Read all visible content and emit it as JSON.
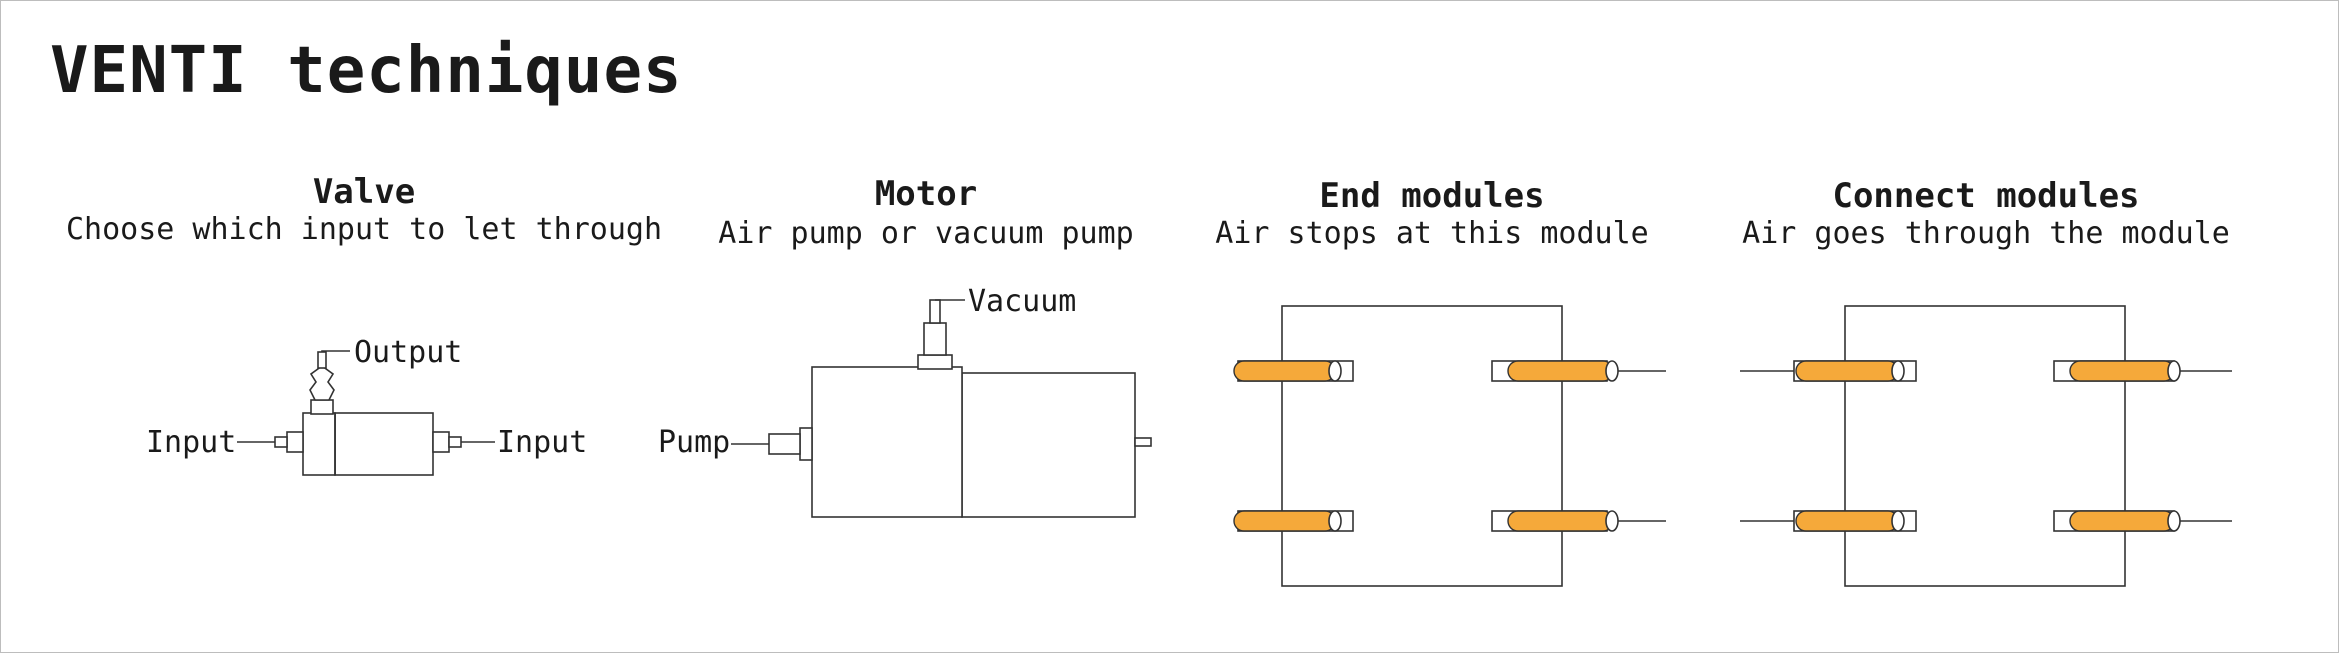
{
  "page": {
    "title": "VENTI techniques"
  },
  "sections": {
    "valve": {
      "title": "Valve",
      "subtitle": "Choose which input to let through",
      "labels": {
        "output": "Output",
        "input_left": "Input",
        "input_right": "Input"
      }
    },
    "motor": {
      "title": "Motor",
      "subtitle": "Air pump or vacuum pump",
      "labels": {
        "vacuum": "Vacuum",
        "pump": "Pump"
      }
    },
    "end_modules": {
      "title": "End modules",
      "subtitle": "Air stops at this module"
    },
    "connect_modules": {
      "title": "Connect modules",
      "subtitle": "Air goes through the module"
    }
  },
  "colors": {
    "tube": "#f5a93a",
    "line": "#333333",
    "text": "#1a1a1a",
    "frame": "#bdbdbd"
  }
}
